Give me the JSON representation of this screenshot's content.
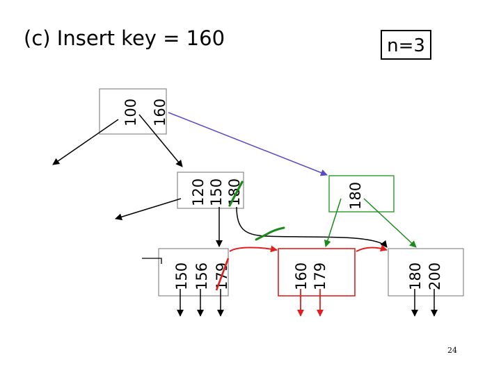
{
  "title": "(c) Insert key = 160",
  "n_label": "n=3",
  "page_number": "24",
  "colors": {
    "black": "#000000",
    "red": "#e02020",
    "green": "#1a8a1a",
    "blue": "#5a4ac8",
    "node_border": "#888888",
    "green_border": "#2a9a2a"
  },
  "nodes": {
    "root": {
      "keys": [
        "100",
        "160"
      ]
    },
    "left_internal": {
      "keys": [
        "120",
        "150",
        "180"
      ]
    },
    "right_internal": {
      "keys": [
        "180"
      ]
    },
    "leaf_1": {
      "keys": [
        "150",
        "156",
        "179"
      ]
    },
    "leaf_new": {
      "keys": [
        "160",
        "179"
      ]
    },
    "leaf_3": {
      "keys": [
        "180",
        "200"
      ]
    }
  }
}
